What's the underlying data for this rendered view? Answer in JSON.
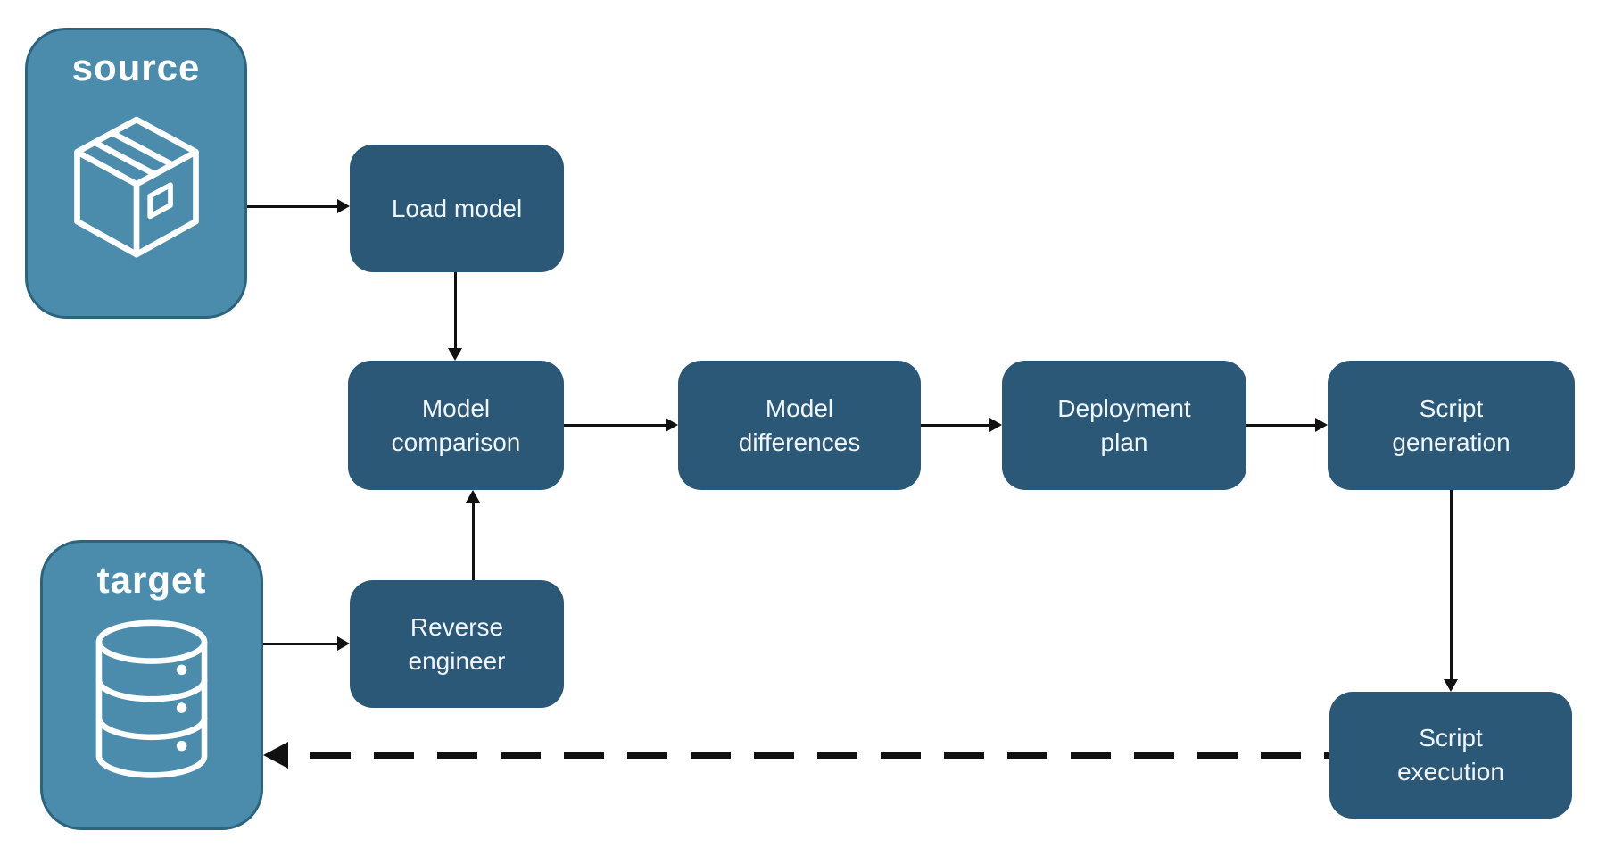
{
  "diagram": {
    "background": "#ffffff",
    "palette": {
      "container_fill": "#4B8CAD",
      "container_border": "#2A647D",
      "node_fill": "#2C5878",
      "text_on_dark": "#F0F5F9",
      "container_label_color": "#ffffff",
      "arrow_color": "#111111"
    },
    "containers": {
      "source": {
        "label": "source",
        "icon": "package-icon"
      },
      "target": {
        "label": "target",
        "icon": "database-icon"
      }
    },
    "nodes": {
      "load_model": {
        "lines": [
          "Load model"
        ]
      },
      "model_comparison": {
        "lines": [
          "Model",
          "comparison"
        ]
      },
      "model_differences": {
        "lines": [
          "Model",
          "differences"
        ]
      },
      "deployment_plan": {
        "lines": [
          "Deployment",
          "plan"
        ]
      },
      "script_generation": {
        "lines": [
          "Script",
          "generation"
        ]
      },
      "reverse_engineer": {
        "lines": [
          "Reverse",
          "engineer"
        ]
      },
      "script_execution": {
        "lines": [
          "Script",
          "execution"
        ]
      }
    },
    "edges": [
      {
        "from": "source",
        "to": "load_model",
        "style": "solid"
      },
      {
        "from": "load_model",
        "to": "model_comparison",
        "style": "solid"
      },
      {
        "from": "model_comparison",
        "to": "model_differences",
        "style": "solid"
      },
      {
        "from": "model_differences",
        "to": "deployment_plan",
        "style": "solid"
      },
      {
        "from": "deployment_plan",
        "to": "script_generation",
        "style": "solid"
      },
      {
        "from": "script_generation",
        "to": "script_execution",
        "style": "solid"
      },
      {
        "from": "target",
        "to": "reverse_engineer",
        "style": "solid"
      },
      {
        "from": "reverse_engineer",
        "to": "model_comparison",
        "style": "solid"
      },
      {
        "from": "script_execution",
        "to": "target",
        "style": "dashed"
      }
    ]
  }
}
